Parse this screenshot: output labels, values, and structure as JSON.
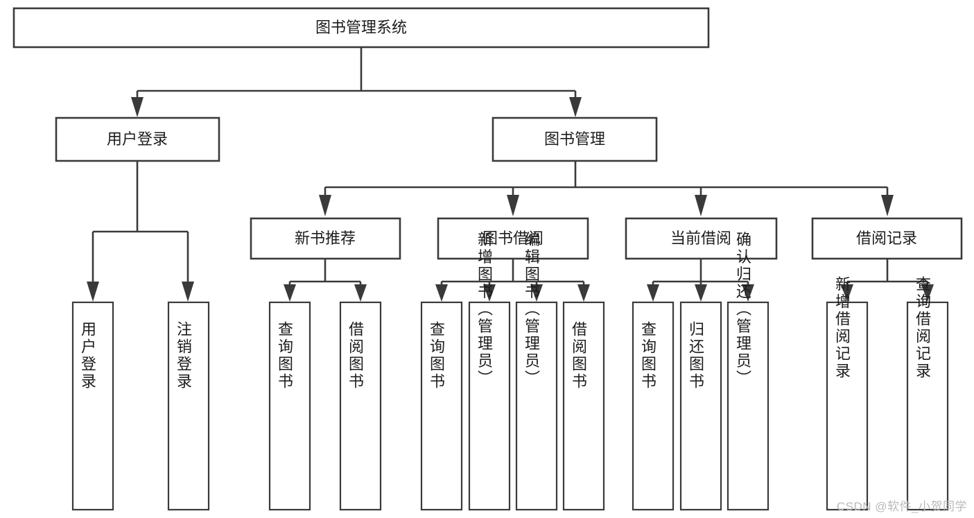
{
  "diagram": {
    "type": "tree-hierarchy-flowchart",
    "title": "图书管理系统",
    "watermark": "CSDN @软件_小贺同学",
    "colors": {
      "stroke": "#3a3a3a",
      "fill": "#ffffff",
      "text": "#1c1c1c",
      "watermark": "#b9b9b9",
      "background": "#ffffff"
    },
    "root": {
      "label": "图书管理系统"
    },
    "level2": [
      {
        "label": "用户登录"
      },
      {
        "label": "图书管理"
      }
    ],
    "level3": [
      {
        "label": "新书推荐"
      },
      {
        "label": "图书借阅"
      },
      {
        "label": "当前借阅"
      },
      {
        "label": "借阅记录"
      }
    ],
    "leaves": {
      "user_login": [
        {
          "label": "用户登录"
        },
        {
          "label": "注销登录"
        }
      ],
      "new_book_recommend": [
        {
          "label": "查询图书"
        },
        {
          "label": "借阅图书"
        }
      ],
      "book_borrow": [
        {
          "label": "查询图书"
        },
        {
          "label": "新增图书（管理员）"
        },
        {
          "label": "编辑图书（管理员）"
        },
        {
          "label": "借阅图书"
        }
      ],
      "current_borrow": [
        {
          "label": "查询图书"
        },
        {
          "label": "归还图书"
        },
        {
          "label": "确认归还（管理员）"
        }
      ],
      "borrow_record": [
        {
          "label": "新增借阅记录"
        },
        {
          "label": "查询借阅记录"
        }
      ]
    }
  }
}
